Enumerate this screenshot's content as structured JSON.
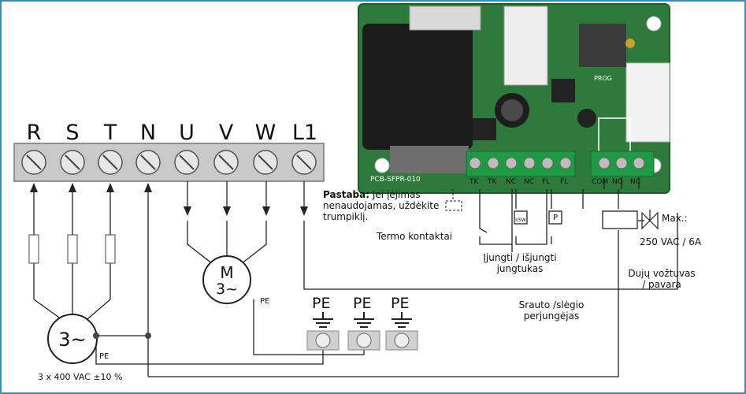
{
  "terminals": [
    "R",
    "S",
    "T",
    "N",
    "U",
    "V",
    "W",
    "L1"
  ],
  "motor": {
    "letter": "M",
    "phase": "3~"
  },
  "supply": {
    "symbol": "3~",
    "label": "3 x 400 VAC ±10 %"
  },
  "pe_label": "PE",
  "pe_terminals": [
    "PE",
    "PE",
    "PE"
  ],
  "pcb": {
    "name": "PCB-SFPR-010",
    "prog": "PROG",
    "terminals_left": [
      "TK",
      "TK",
      "NC",
      "NC",
      "FL",
      "FL"
    ],
    "terminals_right": [
      "COM",
      "NO",
      "NC"
    ]
  },
  "note": {
    "bold": "Pastaba:",
    "text": "Jei įėjimas nenaudojamas, uždėkite trumpiklį."
  },
  "labels": {
    "thermo": "Termo kontaktai",
    "switch": "Įjungti / išjungti jungtukas",
    "flow": "Srauto /slėgio perjungėjas",
    "gas": "Dujų vožtuvas / pavara",
    "max": "Max.:",
    "rating": "250 VAC / 6A",
    "sw_box": "I/SW",
    "p_box": "P"
  }
}
